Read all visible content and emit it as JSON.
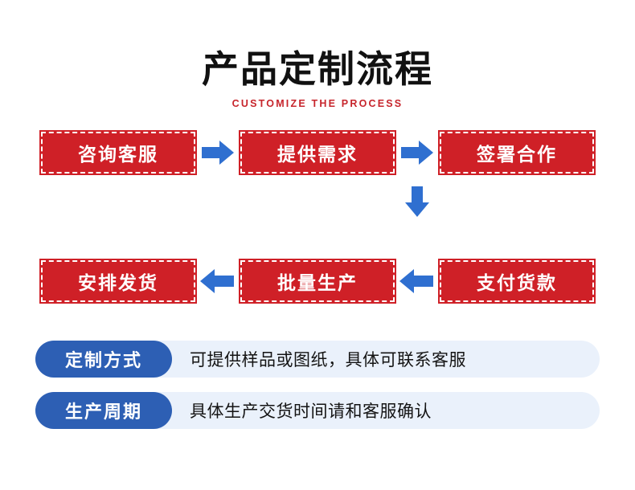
{
  "title": {
    "main": "产品定制流程",
    "sub": "CUSTOMIZE THE PROCESS"
  },
  "colors": {
    "step_red": "#cf2027",
    "arrow_blue": "#2f6fd0",
    "label_blue": "#2d5fb4",
    "note_bg": "#eaf1fb",
    "sub_title_red": "#c7252c",
    "title_black": "#111111"
  },
  "flow": {
    "row1": [
      {
        "label": "咨询客服"
      },
      {
        "label": "提供需求"
      },
      {
        "label": "签署合作"
      }
    ],
    "row2": [
      {
        "label": "安排发货"
      },
      {
        "label": "批量生产"
      },
      {
        "label": "支付货款"
      }
    ],
    "arrows": {
      "right1": "arrow-right-icon",
      "right2": "arrow-right-icon",
      "down": "arrow-down-icon",
      "left1": "arrow-left-icon",
      "left2": "arrow-left-icon"
    }
  },
  "notes": [
    {
      "label": "定制方式",
      "text": "可提供样品或图纸，具体可联系客服"
    },
    {
      "label": "生产周期",
      "text": "具体生产交货时间请和客服确认"
    }
  ]
}
